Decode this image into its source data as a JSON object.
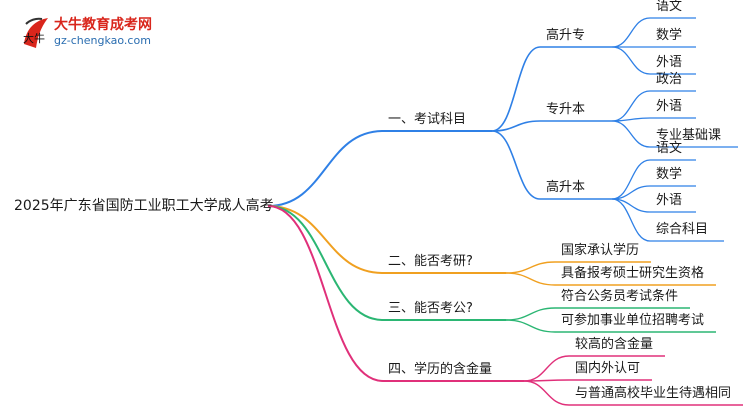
{
  "logo": {
    "title": "大牛教育成考网",
    "url": "gz-chengkao.com",
    "mark": "大牛"
  },
  "mindmap": {
    "root": "2025年广东省国防工业职工大学成人高考",
    "branches": [
      {
        "label": "一、考试科目",
        "color": "#2f80e6",
        "children": [
          {
            "label": "高升专",
            "children": [
              "语文",
              "数学",
              "外语"
            ]
          },
          {
            "label": "专升本",
            "children": [
              "政治",
              "外语",
              "专业基础课"
            ]
          },
          {
            "label": "高升本",
            "children": [
              "语文",
              "数学",
              "外语",
              "综合科目"
            ]
          }
        ]
      },
      {
        "label": "二、能否考研?",
        "color": "#f0a020",
        "children": [
          {
            "label": "国家承认学历"
          },
          {
            "label": "具备报考硕士研究生资格"
          }
        ]
      },
      {
        "label": "三、能否考公?",
        "color": "#2bb673",
        "children": [
          {
            "label": "符合公务员考试条件"
          },
          {
            "label": "可参加事业单位招聘考试"
          }
        ]
      },
      {
        "label": "四、学历的含金量",
        "color": "#e0307a",
        "children": [
          {
            "label": "较高的含金量"
          },
          {
            "label": "国内外认可"
          },
          {
            "label": "与普通高校毕业生待遇相同"
          }
        ]
      }
    ]
  }
}
